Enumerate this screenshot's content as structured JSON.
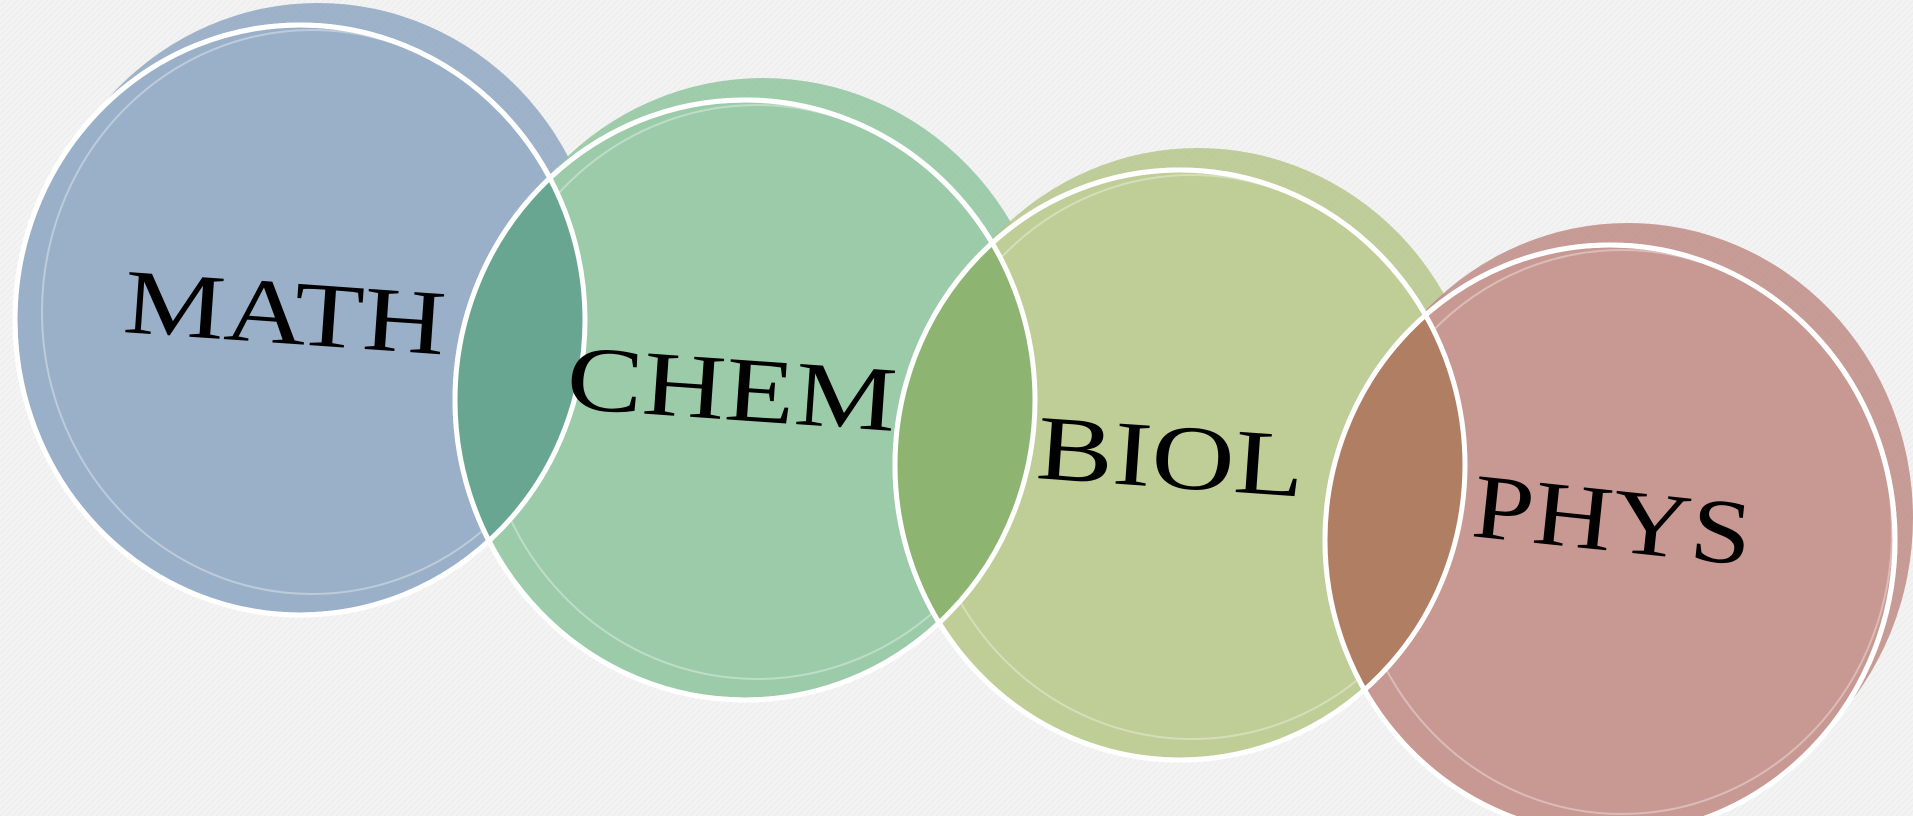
{
  "diagram": {
    "type": "overlapping-circles",
    "circles": [
      {
        "label": "MATH",
        "fill": "#9ab0c8"
      },
      {
        "label": "CHEM",
        "fill": "#9ccba9"
      },
      {
        "label": "BIOL",
        "fill": "#bfcd96"
      },
      {
        "label": "PHYS",
        "fill": "#c89992"
      }
    ],
    "overlaps": [
      {
        "between": [
          "MATH",
          "CHEM"
        ],
        "fill": "#68a692"
      },
      {
        "between": [
          "CHEM",
          "BIOL"
        ],
        "fill": "#8eb472"
      },
      {
        "between": [
          "BIOL",
          "PHYS"
        ],
        "fill": "#b07e62"
      }
    ],
    "background": "#f3f3f3",
    "outline": "#ffffff"
  }
}
